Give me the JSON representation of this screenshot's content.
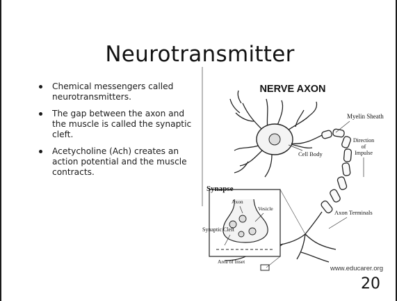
{
  "slide": {
    "title": "Neurotransmitter",
    "bullets": [
      "Chemical messengers called neurotransmitters.",
      "The gap between the axon and the muscle is called the synaptic cleft.",
      "Acetycholine (Ach) creates an action potential and the muscle contracts."
    ],
    "page_number": "20"
  },
  "diagram": {
    "heading": "NERVE AXON",
    "labels": {
      "myelin_sheath": "Myelin Sheath",
      "cell_body": "Cell Body",
      "direction": "Direction",
      "of": "of",
      "impulse": "Impulse",
      "synapse": "Synapse",
      "axon": "Axon",
      "vesicle": "Vesicle",
      "synaptic_cleft": "Synaptic Cleft",
      "axon_terminals": "Axon Terminals",
      "area_of_inset": "Area of Inset",
      "watermark": "www.educarer.org"
    }
  }
}
